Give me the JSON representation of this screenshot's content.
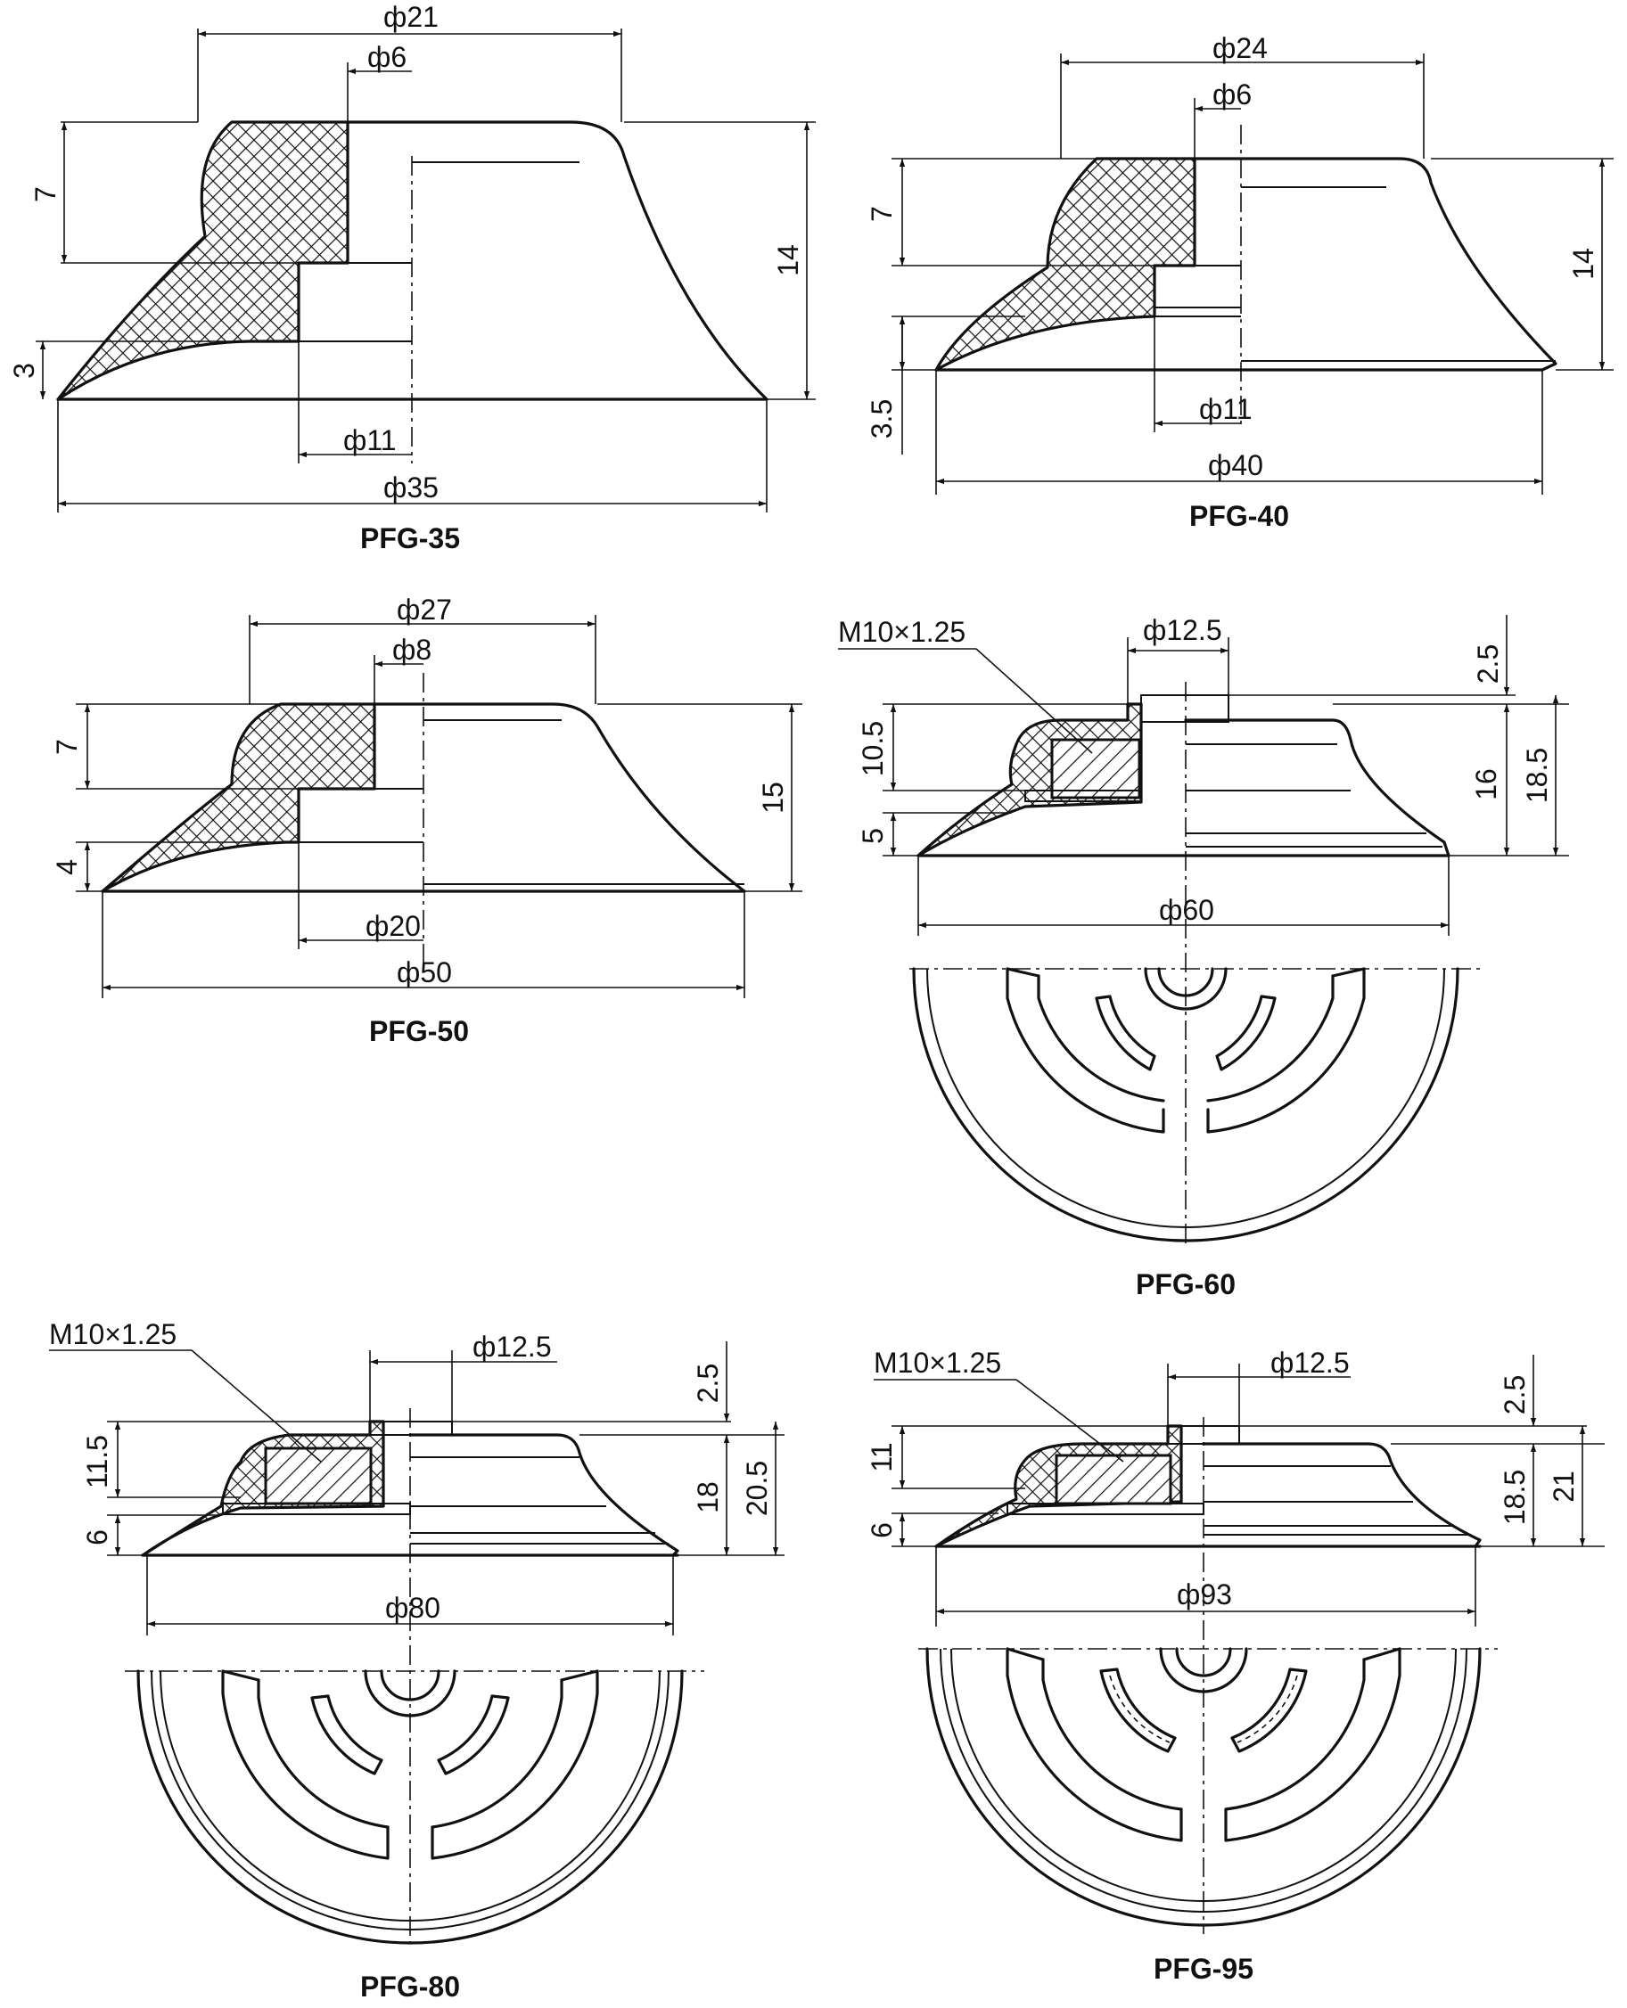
{
  "drawings": [
    {
      "title": "PFG-35",
      "dims": {
        "d_top": "ф21",
        "d_hole": "ф6",
        "d_inner": "ф11",
        "d_outer": "ф35",
        "h_upper": "7",
        "h_lip": "3",
        "h_total": "14"
      }
    },
    {
      "title": "PFG-40",
      "dims": {
        "d_top": "ф24",
        "d_hole": "ф6",
        "d_inner": "ф11",
        "d_outer": "ф40",
        "h_upper": "7",
        "h_lip": "3.5",
        "h_total": "14"
      }
    },
    {
      "title": "PFG-50",
      "dims": {
        "d_top": "ф27",
        "d_hole": "ф8",
        "d_inner": "ф20",
        "d_outer": "ф50",
        "h_upper": "7",
        "h_lip": "4",
        "h_total": "15"
      }
    },
    {
      "title": "PFG-60",
      "dims": {
        "thread": "M10×1.25",
        "d_boss": "ф12.5",
        "d_outer": "ф60",
        "h_boss": "2.5",
        "h_upper": "10.5",
        "h_lip": "5",
        "h_body": "16",
        "h_total": "18.5"
      }
    },
    {
      "title": "PFG-80",
      "dims": {
        "thread": "M10×1.25",
        "d_boss": "ф12.5",
        "d_outer": "ф80",
        "h_boss": "2.5",
        "h_upper": "11.5",
        "h_lip": "6",
        "h_body": "18",
        "h_total": "20.5"
      }
    },
    {
      "title": "PFG-95",
      "dims": {
        "thread": "M10×1.25",
        "d_boss": "ф12.5",
        "d_outer": "ф93",
        "h_boss": "2.5",
        "h_upper": "11",
        "h_lip": "6",
        "h_body": "18.5",
        "h_total": "21"
      }
    }
  ]
}
